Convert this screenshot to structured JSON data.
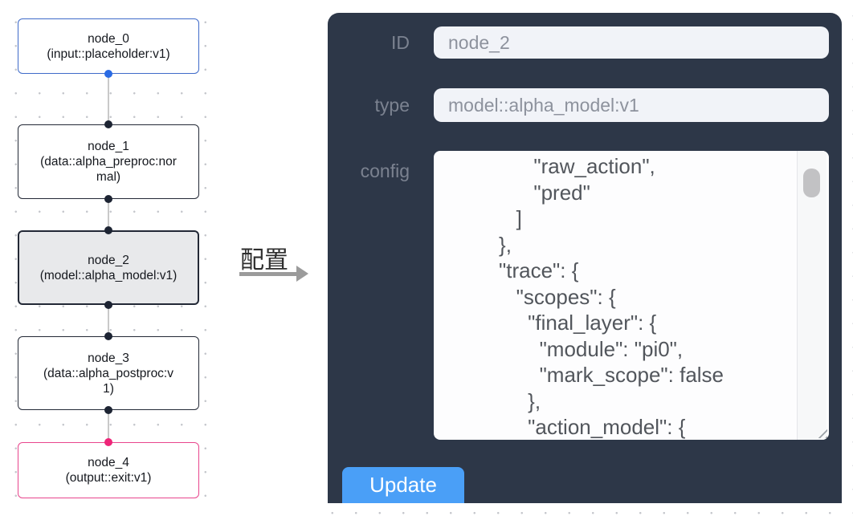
{
  "flowchart": {
    "nodes": [
      {
        "name": "node_0",
        "type": "(input::placeholder:v1)",
        "role": "input"
      },
      {
        "name": "node_1",
        "type": "(data::alpha_preproc:normal)",
        "role": "processor"
      },
      {
        "name": "node_2",
        "type": "(model::alpha_model:v1)",
        "role": "model",
        "selected": true
      },
      {
        "name": "node_3",
        "type": "(data::alpha_postproc:v1)",
        "role": "processor"
      },
      {
        "name": "node_4",
        "type": "(output::exit:v1)",
        "role": "output"
      }
    ]
  },
  "transfer": {
    "label": "配置"
  },
  "panel": {
    "fields": [
      {
        "label": "ID",
        "value": "node_2"
      },
      {
        "label": "type",
        "value": "model::alpha_model:v1"
      }
    ],
    "config": {
      "label": "config",
      "lines": [
        "               \"raw_action\",",
        "               \"pred\"",
        "            ]",
        "         },",
        "         \"trace\": {",
        "            \"scopes\": {",
        "              \"final_layer\": {",
        "                \"module\": \"pi0\",",
        "                \"mark_scope\": false",
        "              },",
        "              \"action_model\": {"
      ]
    },
    "update_label": "Update"
  },
  "colors": {
    "panel_bg": "#2d3748",
    "accent_button": "#4a9ff7",
    "input_node_border": "#3f6bc9",
    "output_node_border": "#e8468d",
    "selected_node_bg": "#e8e9eb",
    "port_input": "#2a6be4",
    "port_output": "#ee2578",
    "port_default": "#1d2433"
  }
}
